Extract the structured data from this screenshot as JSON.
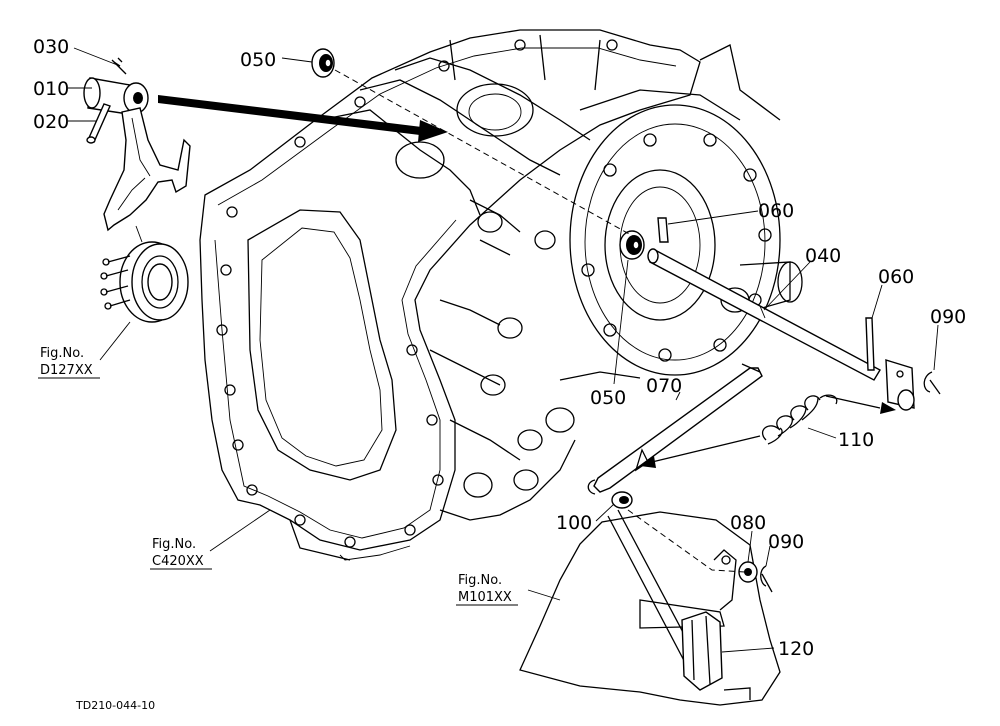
{
  "parts": [
    {
      "id": "p030",
      "label": "030"
    },
    {
      "id": "p010",
      "label": "010"
    },
    {
      "id": "p020",
      "label": "020"
    },
    {
      "id": "p050a",
      "label": "050"
    },
    {
      "id": "p060a",
      "label": "060"
    },
    {
      "id": "p040",
      "label": "040"
    },
    {
      "id": "p060b",
      "label": "060"
    },
    {
      "id": "p090a",
      "label": "090"
    },
    {
      "id": "p050b",
      "label": "050"
    },
    {
      "id": "p070",
      "label": "070"
    },
    {
      "id": "p110",
      "label": "110"
    },
    {
      "id": "p100",
      "label": "100"
    },
    {
      "id": "p080",
      "label": "080"
    },
    {
      "id": "p090b",
      "label": "090"
    },
    {
      "id": "p120",
      "label": "120"
    }
  ],
  "figure_refs": [
    {
      "line1": "Fig.No.",
      "line2": "D127XX"
    },
    {
      "line1": "Fig.No.",
      "line2": "C420XX"
    },
    {
      "line1": "Fig.No.",
      "line2": "M101XX"
    }
  ],
  "drawing_code": "TD210-044-10"
}
